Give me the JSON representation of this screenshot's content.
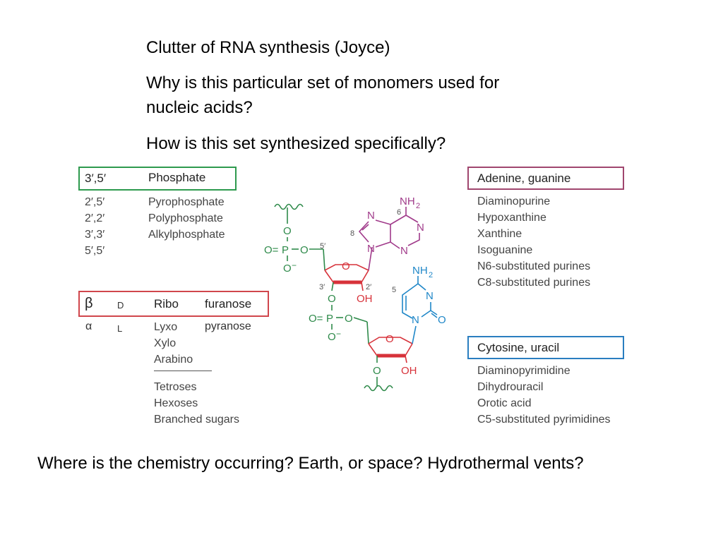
{
  "slide": {
    "line1": "Clutter of RNA synthesis (Joyce)",
    "line2a": "Why is this particular set of monomers used for",
    "line2b": "nucleic acids?",
    "line3": "How is this set synthesized specifically?",
    "bottom": "Where is the chemistry occurring? Earth, or space? Hydrothermal vents?"
  },
  "colors": {
    "green_box": "#2e9a4e",
    "red_box": "#d0464c",
    "purple_box": "#a0466e",
    "blue_box": "#2a7ec0",
    "adenine": "#a03a8a",
    "cytosine": "#1f87c8",
    "sugar_red": "#d7323a"
  },
  "phosphate": {
    "header_link": "3′,5′",
    "header_label": "Phosphate",
    "links": [
      "2′,5′",
      "2′,2′",
      "3′,3′",
      "5′,5′"
    ],
    "labels": [
      "Pyrophosphate",
      "Polyphosphate",
      "Alkylphosphate"
    ]
  },
  "sugar": {
    "anomer": "β",
    "config": "D",
    "sugar": "Ribo",
    "ring": "furanose",
    "alt_anomer": "α",
    "alt_config": "L",
    "alt_sugars": [
      "Lyxo",
      "Xylo",
      "Arabino"
    ],
    "alt_ring": "pyranose",
    "other_sugars": [
      "Tetroses",
      "Hexoses",
      "Branched sugars"
    ]
  },
  "purines": {
    "header": "Adenine, guanine",
    "items": [
      "Diaminopurine",
      "Hypoxanthine",
      "Xanthine",
      "Isoguanine",
      "N6-substituted purines",
      "C8-substituted purines"
    ]
  },
  "pyrimidines": {
    "header": "Cytosine, uracil",
    "items": [
      "Diaminopyrimidine",
      "Dihydrouracil",
      "Orotic acid",
      "C5-substituted pyrimidines"
    ]
  },
  "structure": {
    "nh2": "NH",
    "sub2": "2",
    "n": "N",
    "o": "O",
    "oh": "OH",
    "p": "P",
    "eq_o": "O=",
    "o_minus": "O",
    "minus": "−",
    "pos6": "6",
    "pos8": "8",
    "pos5": "5",
    "pos5p": "5′",
    "pos3p": "3′",
    "pos2p": "2′"
  }
}
